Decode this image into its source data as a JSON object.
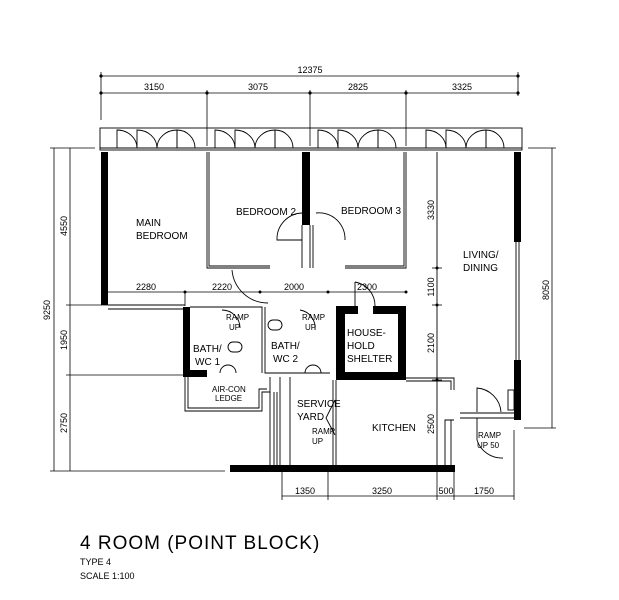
{
  "plan": {
    "title": "4 ROOM (POINT BLOCK)",
    "type": "TYPE 4",
    "scale": "SCALE  1:100"
  },
  "rooms": {
    "main_bedroom_1": "MAIN",
    "main_bedroom_2": "BEDROOM",
    "bedroom2": "BEDROOM  2",
    "bedroom3": "BEDROOM  3",
    "living_1": "LIVING/",
    "living_2": "DINING",
    "bath1_1": "BATH/",
    "bath1_2": "WC  1",
    "bath2_1": "BATH/",
    "bath2_2": "WC  2",
    "shelter_1": "HOUSE-",
    "shelter_2": "HOLD",
    "shelter_3": "SHELTER",
    "aircon_1": "AIR-CON",
    "aircon_2": "LEDGE",
    "service_1": "SERVICE",
    "service_2": "YARD",
    "kitchen": "KITCHEN"
  },
  "ramps": {
    "r1a": "RAMP",
    "r1b": "UP",
    "r2a": "RAMP",
    "r2b": "UP",
    "r3a": "RAMP",
    "r3b": "UP",
    "r4a": "RAMP",
    "r4b": "UP 50"
  },
  "dimensions": {
    "overall_width": "12375",
    "top": [
      "3150",
      "3075",
      "2825",
      "3325"
    ],
    "overall_depth": "9250",
    "left": [
      "4550",
      "1950",
      "2750"
    ],
    "right": "8050",
    "inner_vertical": [
      "3330",
      "1100",
      "2100",
      "2500"
    ],
    "inner_horizontal": [
      "2280",
      "2220",
      "2000",
      "2300"
    ],
    "bottom": [
      "1350",
      "3250",
      "500",
      "1750"
    ]
  }
}
